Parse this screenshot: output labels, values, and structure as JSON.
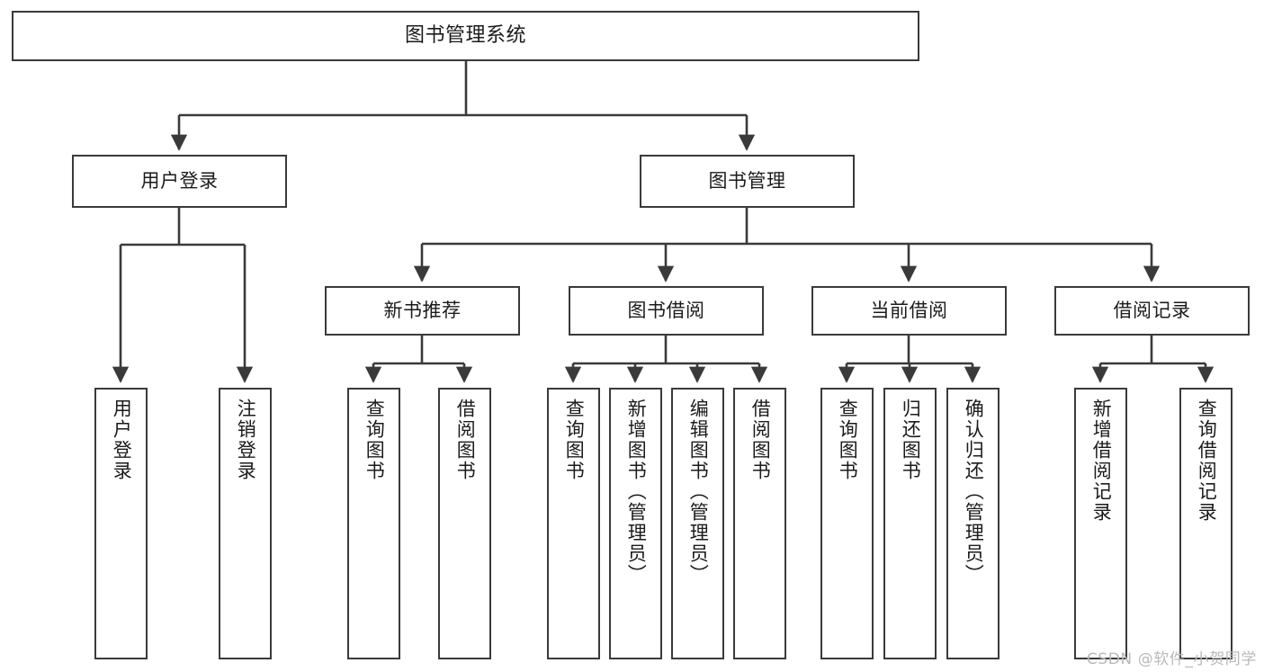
{
  "diagram": {
    "title": "图书管理系统",
    "type": "tree-flowchart",
    "colors": {
      "background": "#ffffff",
      "stroke": "#3a3a3c",
      "text": "#1b1b1d",
      "watermark": "#b9b9bc"
    },
    "nodes": {
      "root": {
        "label": "图书管理系统",
        "orientation": "horizontal"
      },
      "level1": [
        {
          "label": "用户登录",
          "orientation": "horizontal"
        },
        {
          "label": "图书管理",
          "orientation": "horizontal"
        }
      ],
      "level2": [
        {
          "label": "新书推荐",
          "orientation": "horizontal"
        },
        {
          "label": "图书借阅",
          "orientation": "horizontal"
        },
        {
          "label": "当前借阅",
          "orientation": "horizontal"
        },
        {
          "label": "借阅记录",
          "orientation": "horizontal"
        }
      ],
      "leaves": {
        "user_login": [
          {
            "label": "用户登录",
            "orientation": "vertical"
          },
          {
            "label": "注销登录",
            "orientation": "vertical"
          }
        ],
        "new_book_recommend": [
          {
            "label": "查询图书",
            "orientation": "vertical"
          },
          {
            "label": "借阅图书",
            "orientation": "vertical"
          }
        ],
        "book_borrow": [
          {
            "label": "查询图书",
            "orientation": "vertical"
          },
          {
            "label": "新增图书（管理员）",
            "orientation": "vertical"
          },
          {
            "label": "编辑图书（管理员）",
            "orientation": "vertical"
          },
          {
            "label": "借阅图书",
            "orientation": "vertical"
          }
        ],
        "current_borrow": [
          {
            "label": "查询图书",
            "orientation": "vertical"
          },
          {
            "label": "归还图书",
            "orientation": "vertical"
          },
          {
            "label": "确认归还（管理员）",
            "orientation": "vertical"
          }
        ],
        "borrow_record": [
          {
            "label": "新增借阅记录",
            "orientation": "vertical"
          },
          {
            "label": "查询借阅记录",
            "orientation": "vertical"
          }
        ]
      }
    },
    "watermark": "CSDN @软件_小贺同学"
  }
}
